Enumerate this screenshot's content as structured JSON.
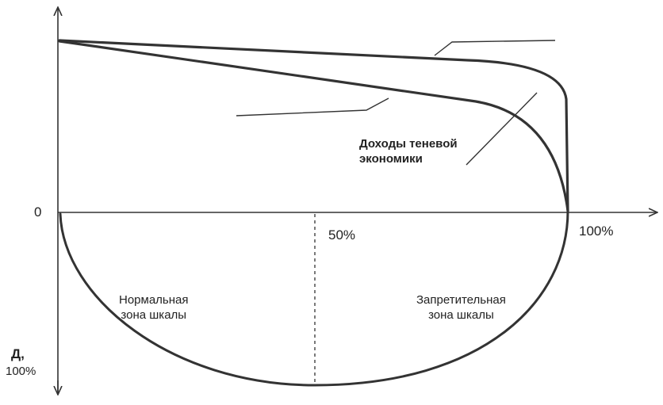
{
  "labels": {
    "origin": "0",
    "mid_percent": "50%",
    "full_percent": "100%",
    "normal_zone": [
      "Нормальная",
      "зона шкалы"
    ],
    "prohibitive_zone": [
      "Запретительная",
      "зона шкалы"
    ],
    "shadow_income": [
      "Доходы теневой",
      "экономики"
    ],
    "y_axis_top": "Д,",
    "y_axis_bottom": "100%"
  },
  "colors": {
    "line": "#333333",
    "text": "#222222",
    "background": "#ffffff"
  }
}
